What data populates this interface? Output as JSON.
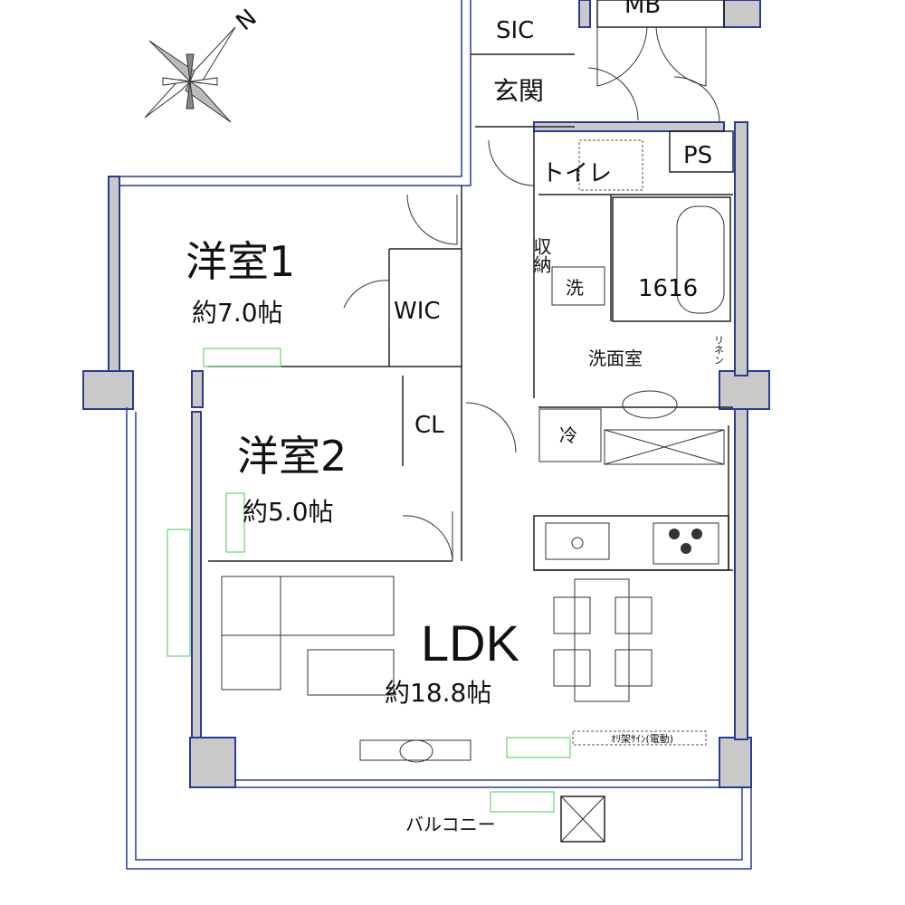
{
  "compass": {
    "north_label": "N"
  },
  "rooms": {
    "western1": {
      "name": "洋室1",
      "size": "約7.0帖"
    },
    "western2": {
      "name": "洋室2",
      "size": "約5.0帖"
    },
    "ldk": {
      "name": "LDK",
      "size": "約18.8帖"
    },
    "wic": "WIC",
    "cl": "CL",
    "sic": "SIC",
    "entrance": "玄関",
    "mb": "MB",
    "ps": "PS",
    "toilet": "トイレ",
    "storage": "収納",
    "washer": "洗",
    "bath": "1616",
    "washroom": "洗面室",
    "linen": "リネン",
    "fridge": "冷",
    "balcony": "バルコニー"
  },
  "annotations": {
    "sash": "ｵﾘ架ｻｲﾝ(電動)"
  },
  "colors": {
    "wall_fill": "#c9c9c9",
    "wall_outline": "#2b3a9a",
    "furniture_guide": "#6ad36a"
  }
}
